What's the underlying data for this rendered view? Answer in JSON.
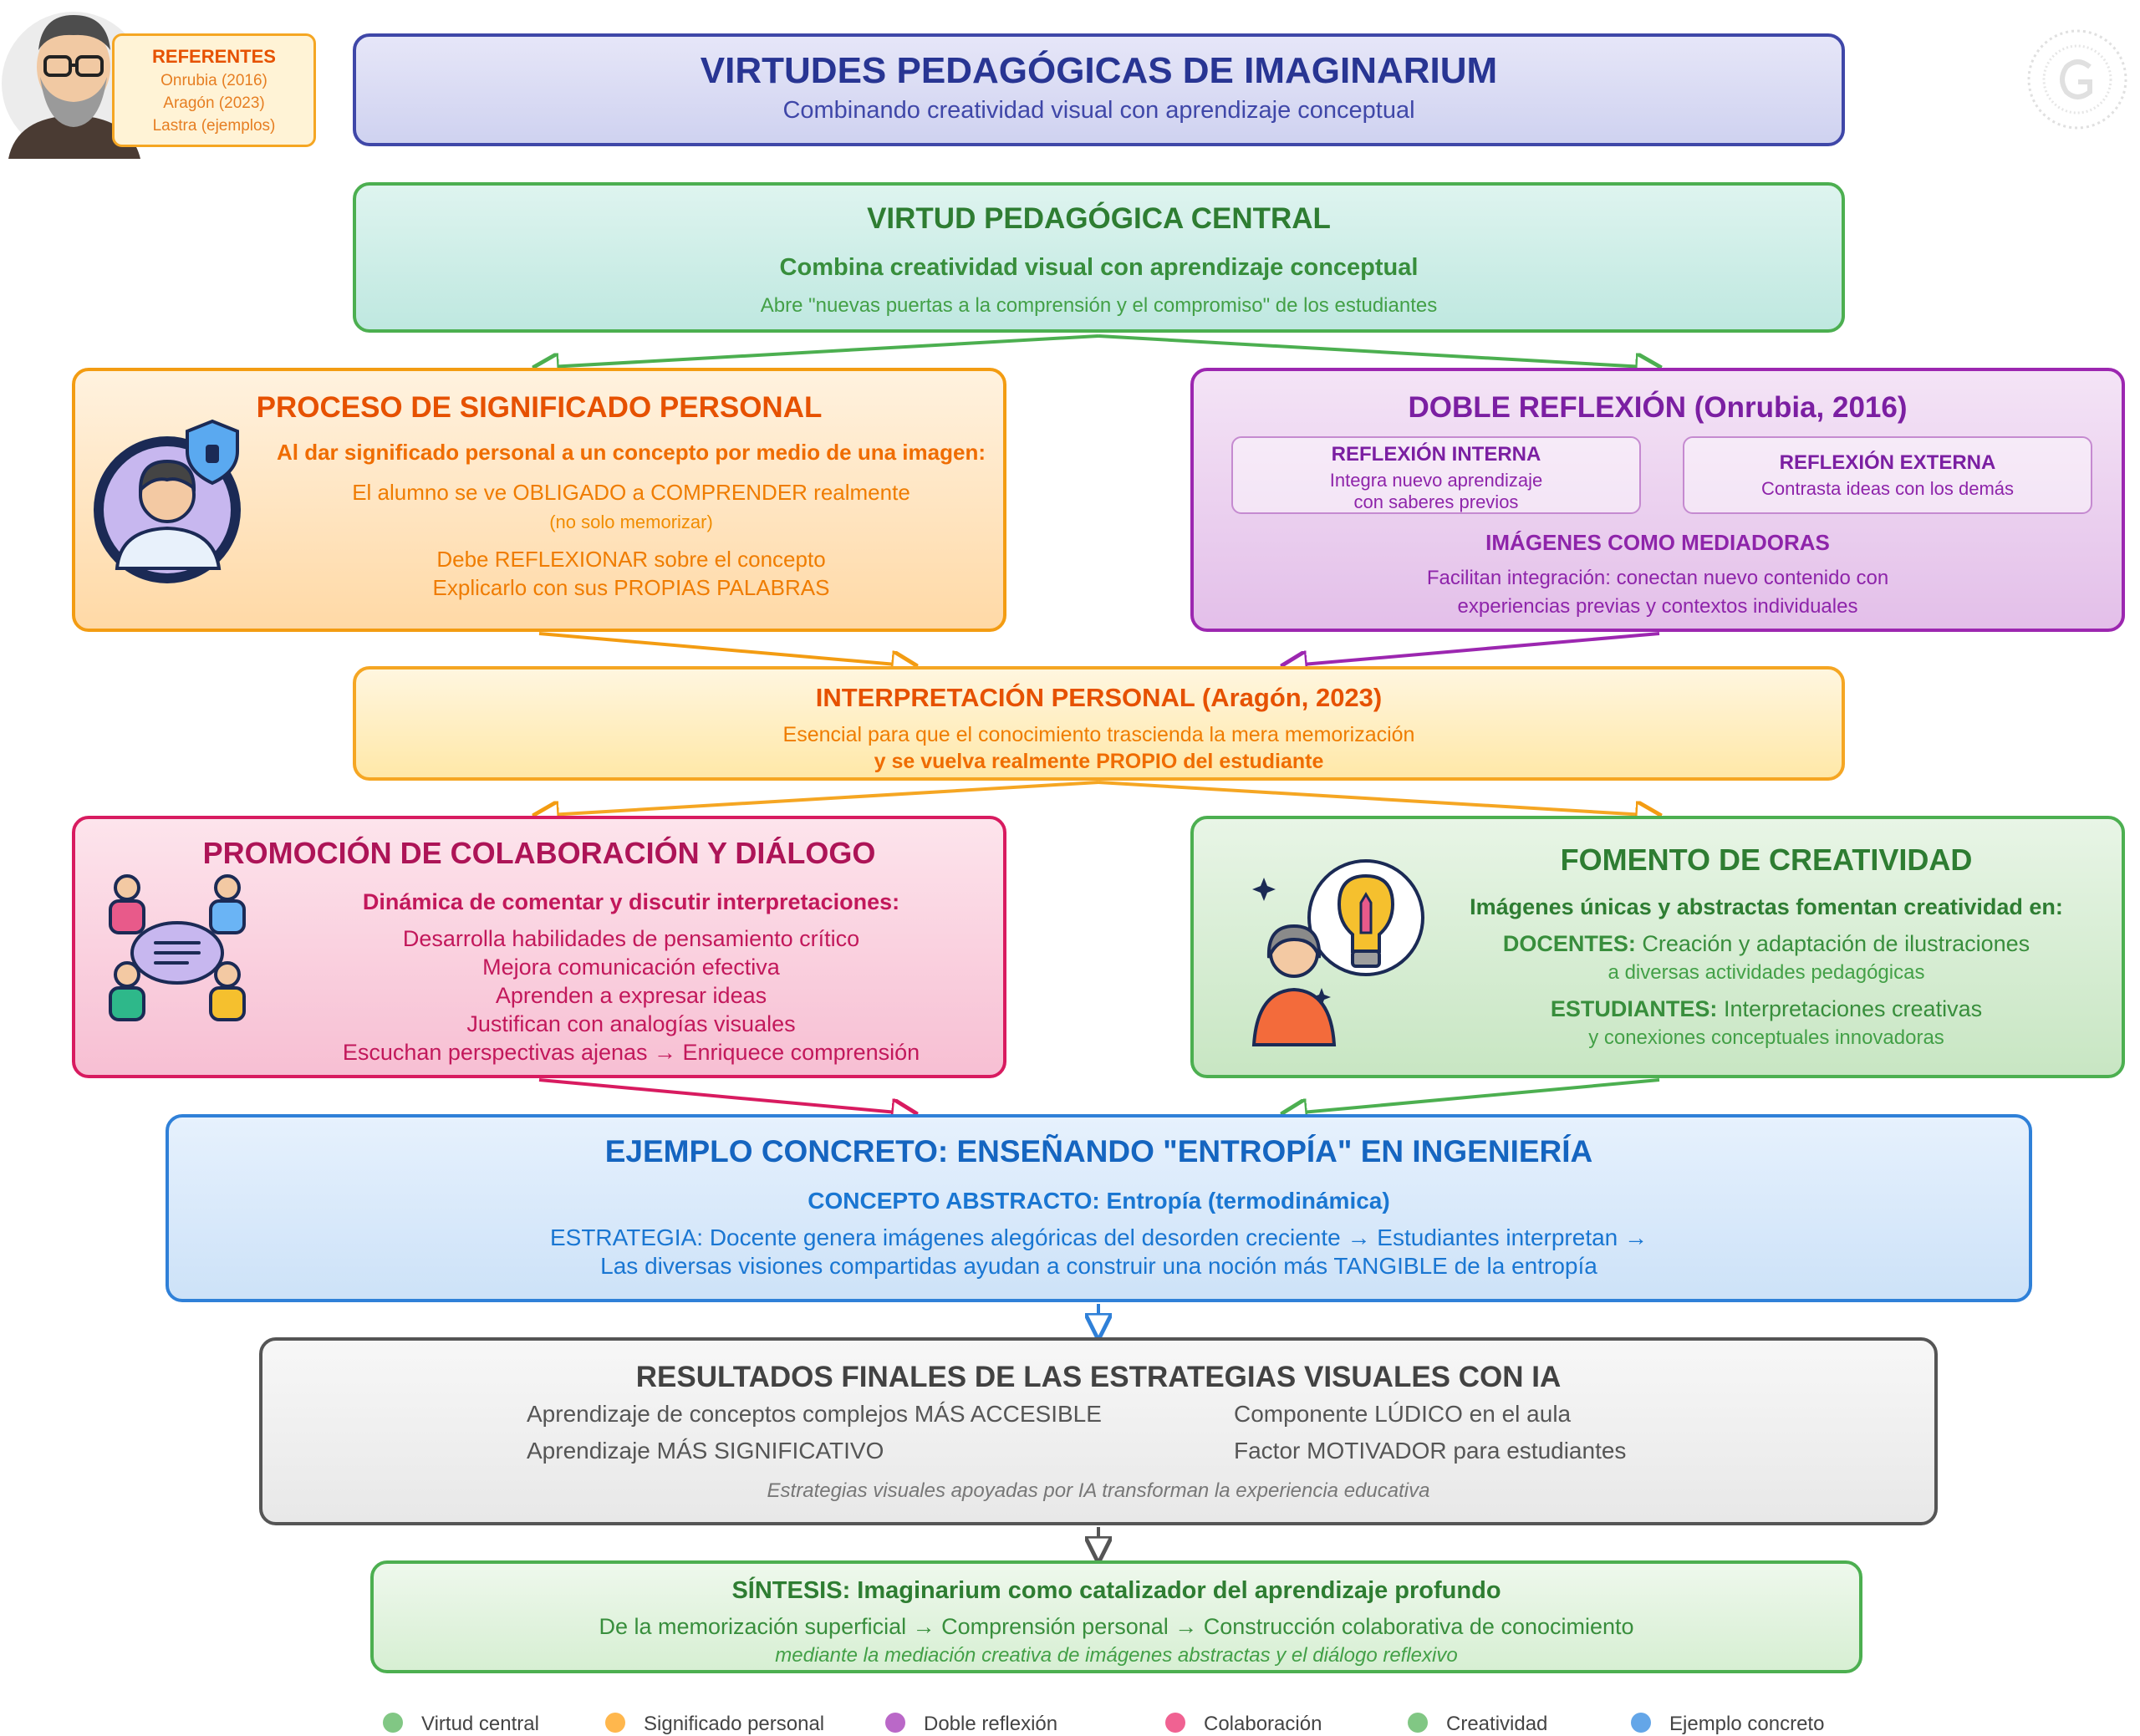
{
  "referentes": {
    "title": "REFERENTES",
    "lines": [
      "Onrubia (2016)",
      "Aragón (2023)",
      "Lastra (ejemplos)"
    ]
  },
  "header": {
    "title": "VIRTUDES PEDAGÓGICAS DE IMAGINARIUM",
    "subtitle": "Combinando creatividad visual con aprendizaje conceptual"
  },
  "central": {
    "title": "VIRTUD PEDAGÓGICA CENTRAL",
    "subtitle": "Combina creatividad visual con aprendizaje conceptual",
    "text": "Abre \"nuevas puertas a la comprensión y el compromiso\" de los estudiantes"
  },
  "personal": {
    "title": "PROCESO DE SIGNIFICADO PERSONAL",
    "lead": "Al dar significado personal a un concepto por medio de una imagen:",
    "line1": "El alumno se ve OBLIGADO a COMPRENDER realmente",
    "note": "(no solo memorizar)",
    "line2": "Debe REFLEXIONAR sobre el concepto",
    "line3": "Explicarlo con sus PROPIAS PALABRAS"
  },
  "doble": {
    "title": "DOBLE REFLEXIÓN (Onrubia, 2016)",
    "interna_title": "REFLEXIÓN INTERNA",
    "interna_line1": "Integra nuevo aprendizaje",
    "interna_line2": "con saberes previos",
    "externa_title": "REFLEXIÓN EXTERNA",
    "externa_text": "Contrasta ideas con los demás",
    "mediadoras_title": "IMÁGENES COMO MEDIADORAS",
    "mediadoras_line1": "Facilitan integración: conectan nuevo contenido con",
    "mediadoras_line2": "experiencias previas y contextos individuales"
  },
  "interpretacion": {
    "title": "INTERPRETACIÓN PERSONAL (Aragón, 2023)",
    "line1": "Esencial para que el conocimiento trascienda la mera memorización",
    "line2": "y se vuelva realmente PROPIO del estudiante"
  },
  "colaboracion": {
    "title": "PROMOCIÓN DE COLABORACIÓN Y DIÁLOGO",
    "lead": "Dinámica de comentar y discutir interpretaciones:",
    "items": [
      "Desarrolla habilidades de pensamiento crítico",
      "Mejora comunicación efectiva",
      "Aprenden a expresar ideas",
      "Justifican con analogías visuales",
      "Escuchan perspectivas ajenas → Enriquece comprensión"
    ]
  },
  "creatividad": {
    "title": "FOMENTO DE CREATIVIDAD",
    "lead": "Imágenes únicas y abstractas fomentan creatividad en:",
    "docentes_label": "DOCENTES:",
    "docentes_text": "Creación y adaptación de ilustraciones",
    "docentes_line2": "a diversas actividades pedagógicas",
    "estudiantes_label": "ESTUDIANTES:",
    "estudiantes_text": "Interpretaciones creativas",
    "estudiantes_line2": "y conexiones conceptuales innovadoras"
  },
  "ejemplo": {
    "title": "EJEMPLO CONCRETO: ENSEÑANDO \"ENTROPÍA\" EN INGENIERÍA",
    "concept_label": "CONCEPTO ABSTRACTO:",
    "concept_value": "Entropía (termodinámica)",
    "line1": "ESTRATEGIA: Docente genera imágenes alegóricas del desorden creciente → Estudiantes interpretan →",
    "line2": "Las diversas visiones compartidas ayudan a construir una noción más TANGIBLE de la entropía"
  },
  "resultados": {
    "title": "RESULTADOS FINALES DE LAS ESTRATEGIAS VISUALES CON IA",
    "items": [
      "Aprendizaje de conceptos complejos MÁS ACCESIBLE",
      "Componente LÚDICO en el aula",
      "Aprendizaje MÁS SIGNIFICATIVO",
      "Factor MOTIVADOR para estudiantes"
    ],
    "note": "Estrategias visuales apoyadas por IA transforman la experiencia educativa"
  },
  "sintesis": {
    "title": "SÍNTESIS: Imaginarium como catalizador del aprendizaje profundo",
    "line1": "De la memorización superficial → Comprensión personal → Construcción colaborativa de conocimiento",
    "line2": "mediante la mediación creativa de imágenes abstractas y el diálogo reflexivo"
  },
  "legend": [
    {
      "label": "Virtud central",
      "color": "#81c784"
    },
    {
      "label": "Significado personal",
      "color": "#ffb74d"
    },
    {
      "label": "Doble reflexión",
      "color": "#ba68c8"
    },
    {
      "label": "Colaboración",
      "color": "#f06292"
    },
    {
      "label": "Creatividad",
      "color": "#81c784"
    },
    {
      "label": "Ejemplo concreto",
      "color": "#64a6e8"
    }
  ],
  "icons": [
    "avatar-icon",
    "person-shield-icon",
    "group-chat-icon",
    "lightbulb-idea-icon",
    "logo-icon"
  ],
  "colors": {
    "title": "#283593",
    "central": "#2e7d32",
    "personal": "#e65100",
    "doble": "#7b1fa2",
    "colaboracion": "#ad1457",
    "creatividad": "#2e7d32",
    "ejemplo": "#1565c0",
    "resultados": "#424242"
  }
}
